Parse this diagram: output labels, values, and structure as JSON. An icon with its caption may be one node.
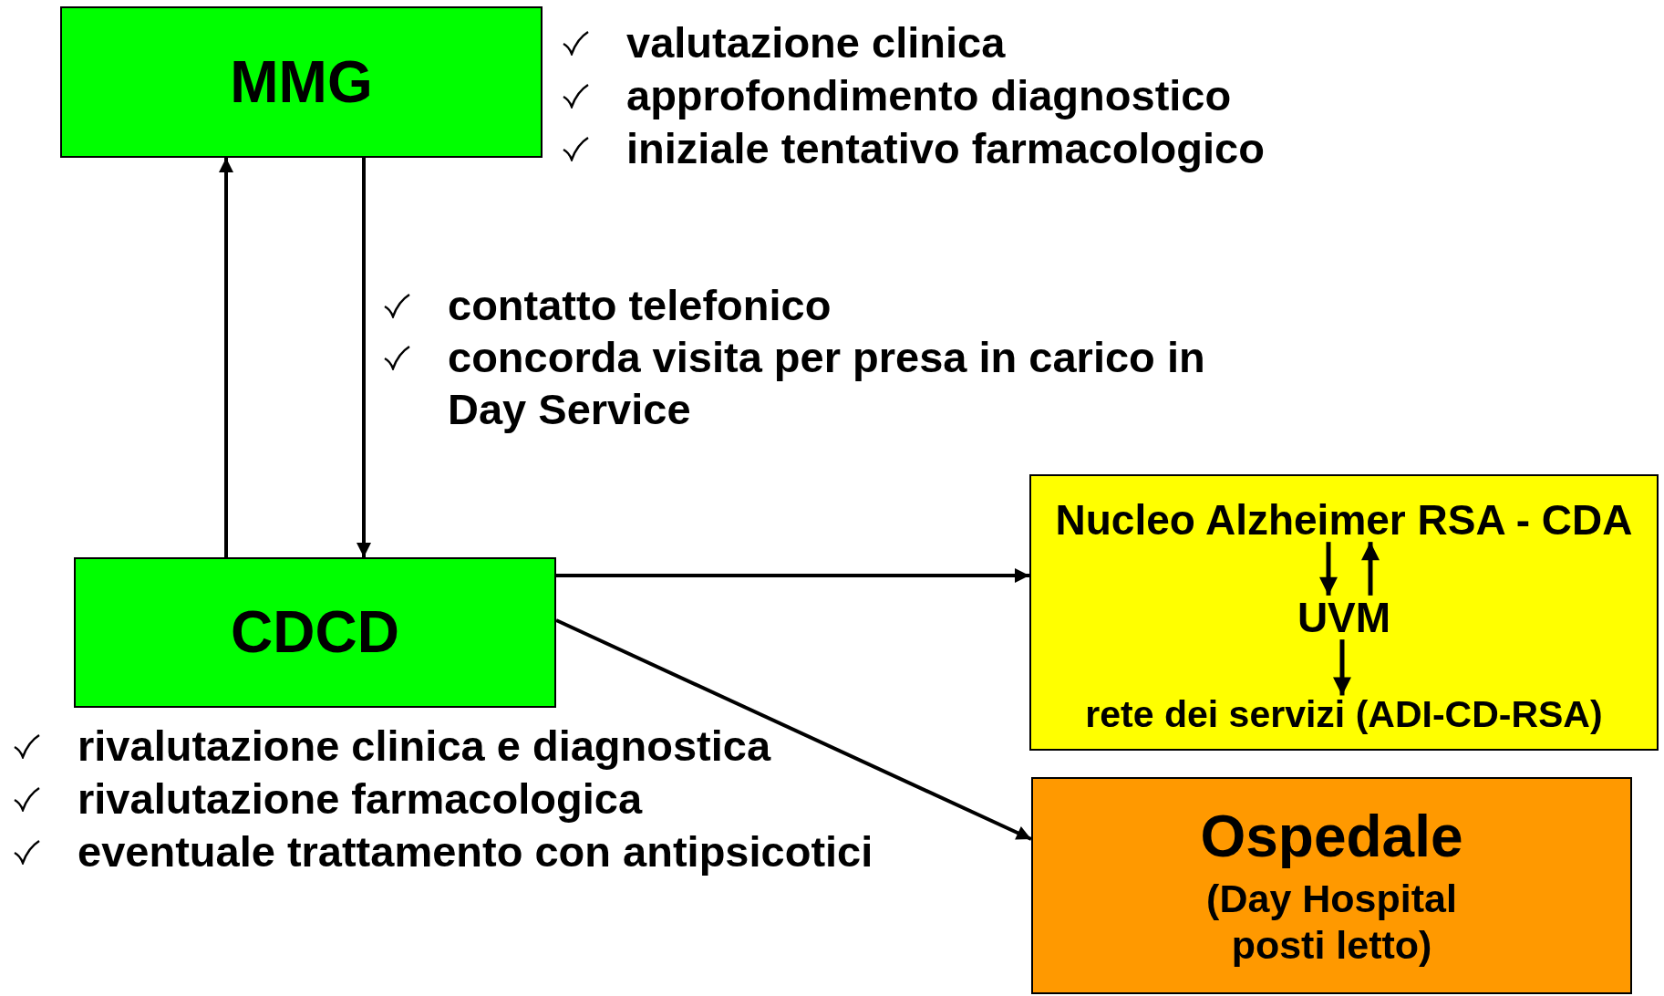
{
  "diagram": {
    "nodes": [
      {
        "text": [
          "MMG"
        ],
        "beside": [
          "valutazione clinica",
          "approfondimento diagnostico",
          "iniziale tentativo farmacologico"
        ]
      },
      {
        "text": [
          "CDCD"
        ],
        "beside": [
          "rivalutazione clinica e diagnostica",
          "rivalutazione farmacologica",
          "eventuale trattamento con antipsicotici"
        ]
      },
      {
        "text": [],
        "shape": "box"
      },
      {
        "text": [
          "Nucleo Alzheimer RSA - CDA"
        ],
        "in": 2
      },
      {
        "text": [
          "UVM"
        ],
        "in": 2
      },
      {
        "text": [
          "rete dei servizi (ADI-CD-RSA)"
        ],
        "in": 2
      },
      {
        "text": [
          "Ospedale",
          "(Day Hospital posti letto)"
        ]
      }
    ],
    "edges": [
      {
        "from": 1,
        "to": 0,
        "arrow": "to"
      },
      {
        "from": 0,
        "to": 1,
        "arrow": "to"
      },
      {
        "from": 1,
        "to": 2,
        "arrow": "to"
      },
      {
        "from": 1,
        "to": 6,
        "arrow": "to"
      },
      {
        "from": 3,
        "to": 4,
        "arrow": "to"
      },
      {
        "from": 4,
        "to": 3,
        "arrow": "to"
      },
      {
        "from": 4,
        "to": 5,
        "arrow": "to"
      }
    ],
    "labels": [
      "contatto telefonico",
      "concorda visita per presa in carico in Day Service"
    ]
  }
}
